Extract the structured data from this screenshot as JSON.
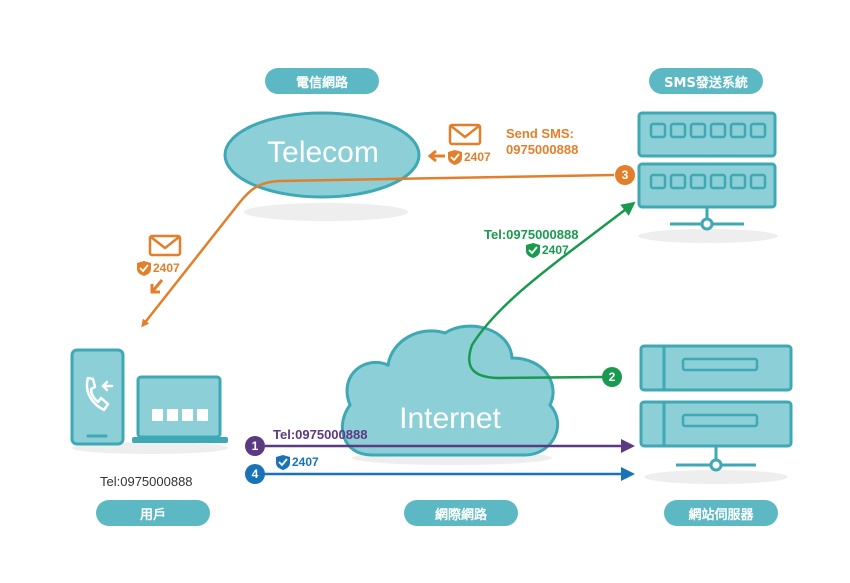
{
  "labels": {
    "telecom_network": "電信網路",
    "sms_system": "SMS發送系統",
    "user": "用戶",
    "internet_network": "網際網路",
    "web_server": "網站伺服器"
  },
  "clouds": {
    "telecom": "Telecom",
    "internet": "Internet"
  },
  "messages": {
    "send_sms_line1": "Send SMS:",
    "send_sms_line2": "0975000888",
    "code_near_telecom": "2407",
    "code_near_user": "2407",
    "green_tel": "Tel:0975000888",
    "green_code": "2407",
    "purple_tel": "Tel:0975000888",
    "blue_code": "2407",
    "user_tel": "Tel:0975000888"
  },
  "steps": [
    "1",
    "2",
    "3",
    "4"
  ],
  "colors": {
    "teal": "#5cb8c2",
    "orange": "#e37f2a",
    "green": "#1a9a4e",
    "purple": "#5b3a82",
    "blue": "#1a73b9"
  },
  "icons": [
    "envelope-icon",
    "shield-check-icon",
    "phone-icon",
    "laptop-icon",
    "server-icon",
    "cloud-icon"
  ]
}
